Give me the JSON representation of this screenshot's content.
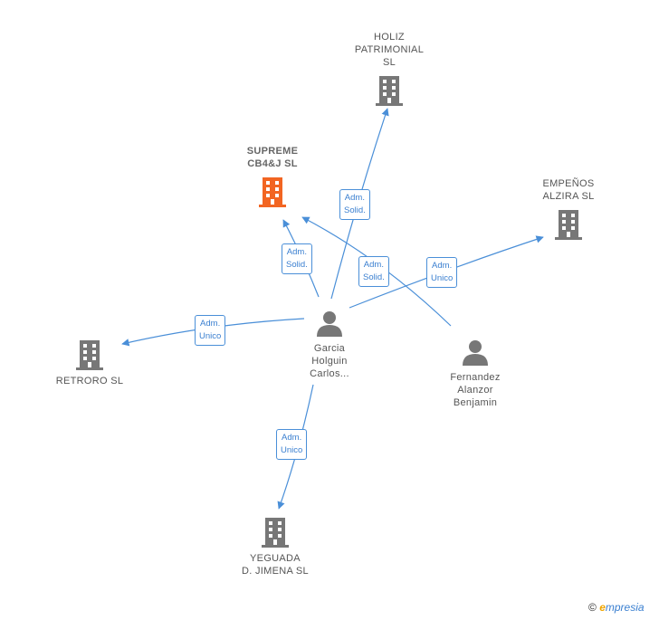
{
  "nodes": {
    "holiz": {
      "label": "HOLIZ\nPATRIMONIAL\nSL",
      "icon": "building-icon"
    },
    "supreme": {
      "label": "SUPREME\nCB4&J  SL",
      "icon": "building-icon",
      "color": "#f26522"
    },
    "empenos": {
      "label": "EMPEÑOS\nALZIRA SL",
      "icon": "building-icon"
    },
    "retroro": {
      "label": "RETRORO SL",
      "icon": "building-icon"
    },
    "garcia": {
      "label": "Garcia\nHolguin\nCarlos...",
      "icon": "person-icon"
    },
    "fernandez": {
      "label": "Fernandez\nAlanzor\nBenjamin",
      "icon": "person-icon"
    },
    "yeguada": {
      "label": "YEGUADA\nD.  JIMENA  SL",
      "icon": "building-icon"
    }
  },
  "roles": {
    "r1": "Adm.\nSolid.",
    "r2": "Adm.\nSolid.",
    "r3": "Adm.\nSolid.",
    "r4": "Adm.\nUnico",
    "r5": "Adm.\nUnico",
    "r6": "Adm.\nUnico"
  },
  "colors": {
    "edge": "#4a8fd8",
    "node": "#777777",
    "focus": "#f26522"
  },
  "footer": {
    "copyright": "©",
    "brand_e": "e",
    "brand_rest": "mpresia"
  }
}
